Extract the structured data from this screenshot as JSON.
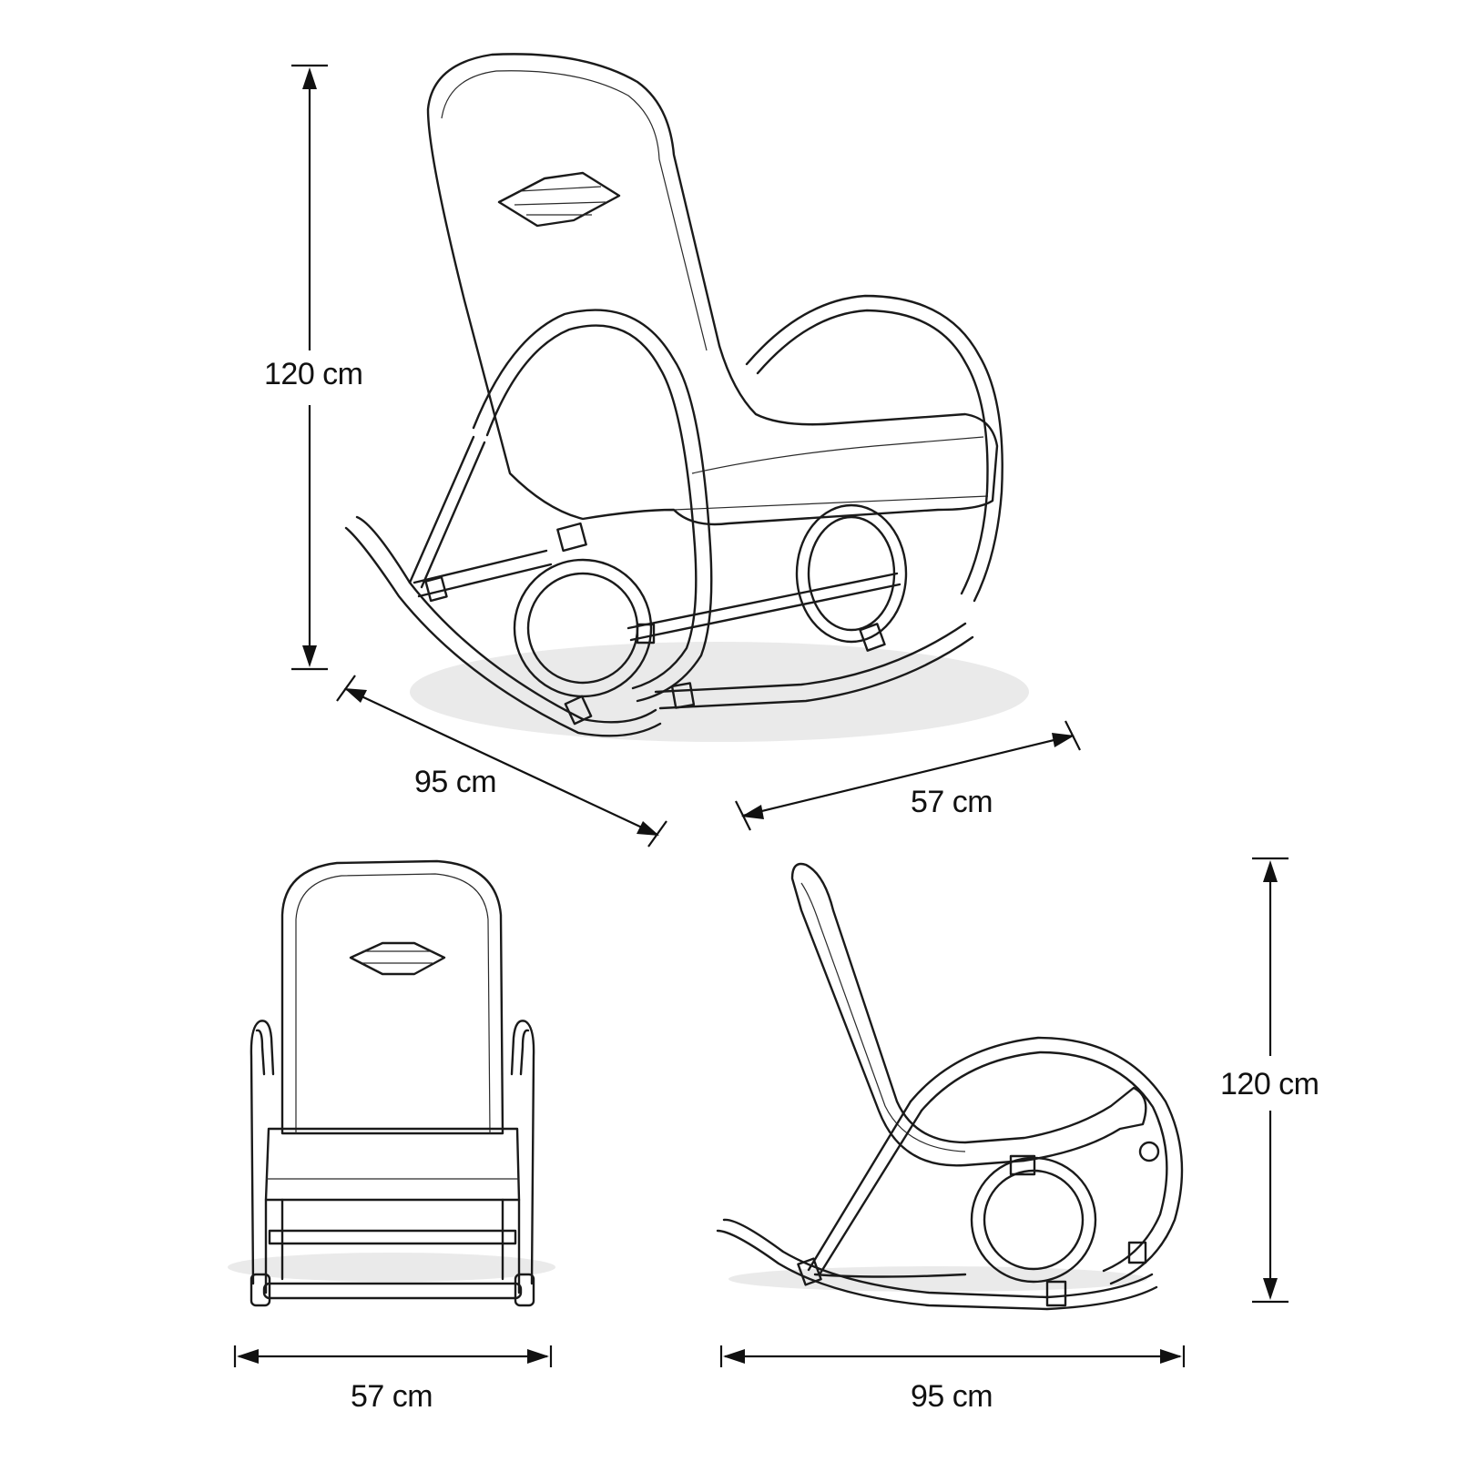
{
  "dimensions": {
    "iso_height": "120 cm",
    "iso_depth": "95 cm",
    "iso_width": "57 cm",
    "front_width": "57 cm",
    "side_depth": "95 cm",
    "side_height": "120 cm"
  },
  "colors": {
    "line": "#1a1a1a",
    "background": "#ffffff",
    "shadow": "#d8d8d8"
  }
}
